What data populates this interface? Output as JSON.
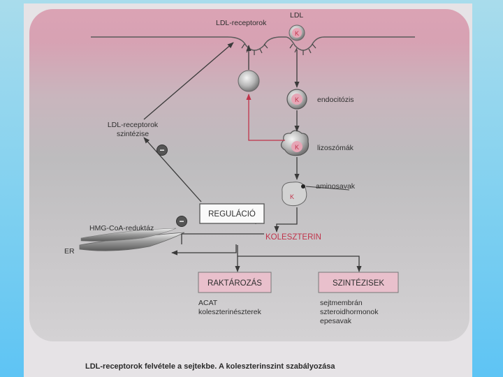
{
  "labels": {
    "ldl_receptors": "LDL-receptorok",
    "ldl": "LDL",
    "endocytosis": "endocitózis",
    "lysosomes": "lizoszómák",
    "amino_acids": "aminosavak",
    "receptor_synthesis_line1": "LDL-receptorok",
    "receptor_synthesis_line2": "szintézise",
    "hmg_coa": "HMG-CoA-reduktáz",
    "er": "ER",
    "regulation": "REGULÁCIÓ",
    "cholesterol": "KOLESZTERIN",
    "storage": "RAKTÁROZÁS",
    "syntheses": "SZINTÉZISEK",
    "storage_item1": "ACAT",
    "storage_item2": "koleszterinészterek",
    "synth_item1": "sejtmembrán",
    "synth_item2": "szteroidhormonok",
    "synth_item3": "epesavak",
    "k": "K",
    "minus": "−"
  },
  "caption": "LDL-receptorok felvétele a sejtekbe. A koleszterinszint szabályozása",
  "colors": {
    "accent_red": "#c0334a",
    "box_fill": "#e9c0cc",
    "panel_top": "#dba3b4",
    "arrow": "#3a3a3a"
  }
}
